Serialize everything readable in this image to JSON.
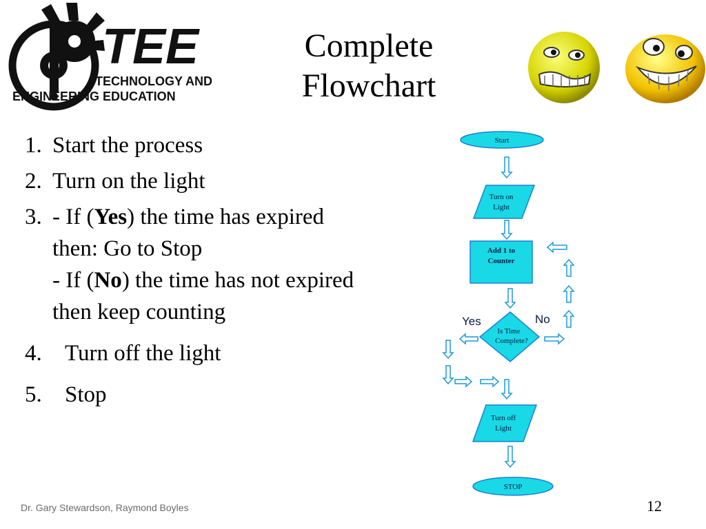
{
  "logo": {
    "brand": "TEE",
    "line1": "TECHNOLOGY AND",
    "line2": "ENGINEERING EDUCATION"
  },
  "title": {
    "line1": "Complete",
    "line2": "Flowchart"
  },
  "steps": {
    "s1": {
      "num": "1.",
      "text": "Start the process"
    },
    "s2": {
      "num": "2.",
      "text": "Turn on the light"
    },
    "s3": {
      "num": "3.",
      "a_pre": "- If (",
      "a_bold": "Yes",
      "a_post": ")  the time has expired then: Go to Stop",
      "b_pre": "- If (",
      "b_bold": "No",
      "b_post": ") the time has not expired then keep counting"
    },
    "s4": {
      "num": "4.",
      "text": "Turn off the light"
    },
    "s5": {
      "num": "5.",
      "text": "Stop"
    }
  },
  "flowchart": {
    "start": "Start",
    "turn_on_1": "Turn on",
    "turn_on_2": "Light",
    "add_1": "Add 1 to",
    "add_2": "Counter",
    "decision_1": "Is Time",
    "decision_2": "Complete?",
    "yes": "Yes",
    "no": "No",
    "turn_off_1": "Turn off",
    "turn_off_2": "Light",
    "stop": "STOP",
    "colors": {
      "fill": "#19d9e6",
      "stroke": "#1a7fd6",
      "arrow": "#1a9ad6"
    }
  },
  "footer": {
    "authors": "Dr. Gary Stewardson, Raymond Boyles",
    "page": "12"
  }
}
